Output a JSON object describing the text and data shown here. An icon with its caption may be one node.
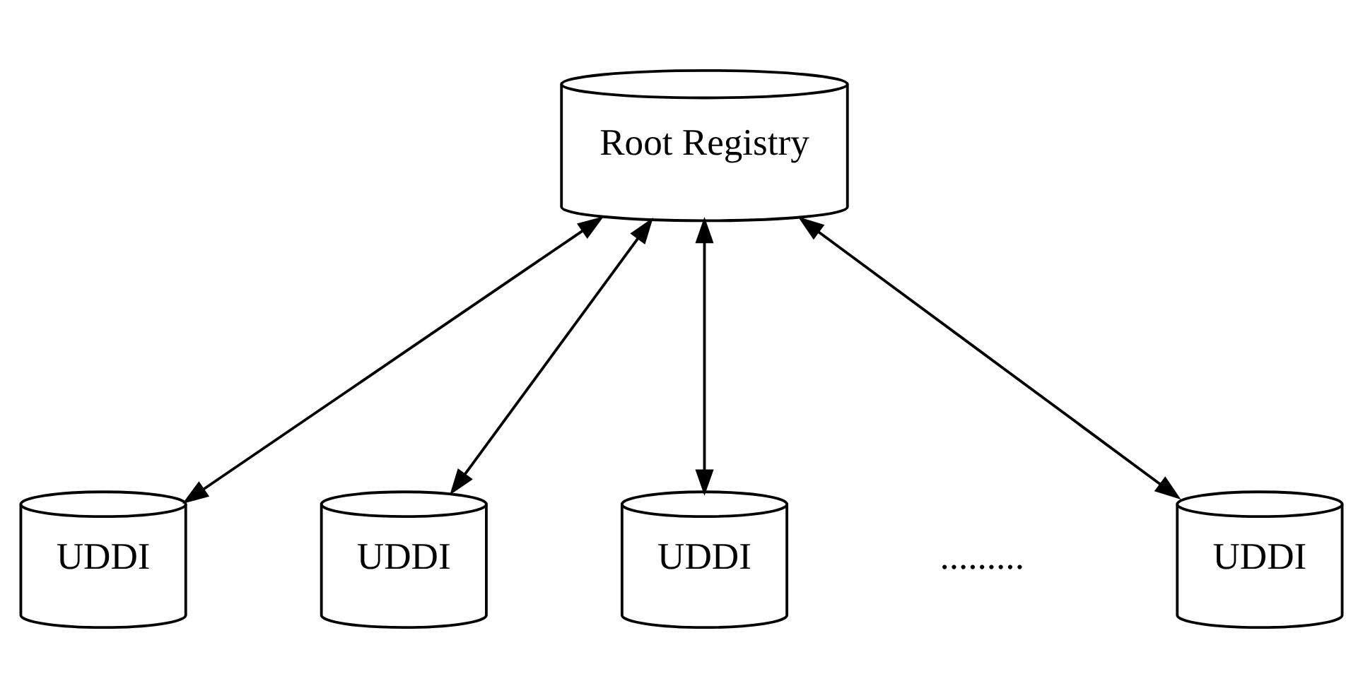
{
  "diagram": {
    "nodes": [
      {
        "text": [
          "Root Registry"
        ]
      },
      {
        "text": [
          "UDDI"
        ]
      },
      {
        "text": [
          "UDDI"
        ]
      },
      {
        "text": [
          "UDDI"
        ]
      },
      {
        "text": [
          "UDDI"
        ]
      }
    ],
    "edges": [
      {
        "from": 0,
        "to": 1,
        "arrow": "both"
      },
      {
        "from": 0,
        "to": 2,
        "arrow": "both"
      },
      {
        "from": 0,
        "to": 3,
        "arrow": "both"
      },
      {
        "from": 0,
        "to": 4,
        "arrow": "both"
      }
    ],
    "labels": [
      "........."
    ]
  }
}
